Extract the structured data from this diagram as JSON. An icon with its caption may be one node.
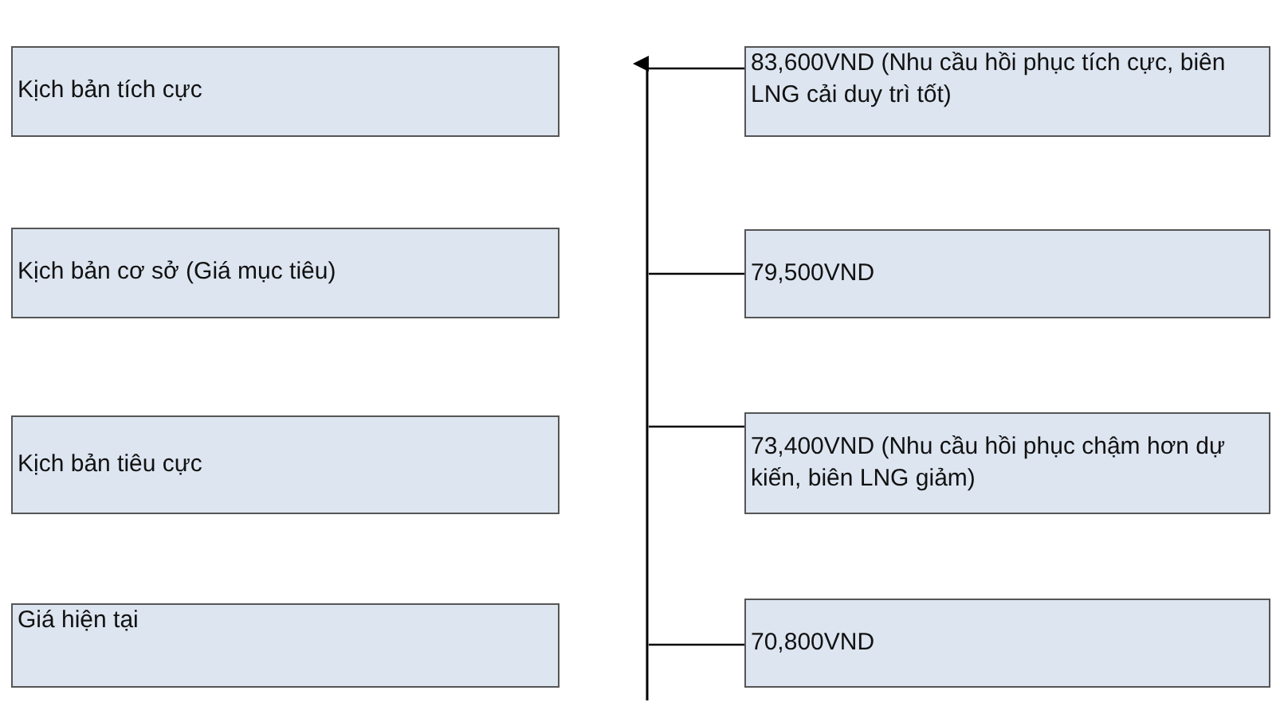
{
  "diagram": {
    "nodes": [
      {
        "text": [
          "Kịch bản tích cực"
        ]
      },
      {
        "text": [
          "83,600VND (Nhu cầu hồi phục tích cực, biên LNG cải duy trì tốt)"
        ]
      },
      {
        "text": [
          "Kịch bản cơ sở (Giá mục tiêu)"
        ]
      },
      {
        "text": [
          "79,500VND"
        ]
      },
      {
        "text": [
          "Kịch bản tiêu cực"
        ]
      },
      {
        "text": [
          "73,400VND (Nhu cầu hồi phục chậm hơn dự kiến, biên LNG giảm)"
        ]
      },
      {
        "text": [
          "Giá hiện tại"
        ]
      },
      {
        "text": [
          "70,800VND"
        ]
      }
    ],
    "edges": [
      {
        "from": null,
        "to": 1,
        "arrow": "none"
      },
      {
        "from": null,
        "to": 3,
        "arrow": "none"
      },
      {
        "from": null,
        "to": 5,
        "arrow": "none"
      },
      {
        "from": null,
        "to": 7,
        "arrow": "none"
      }
    ]
  }
}
